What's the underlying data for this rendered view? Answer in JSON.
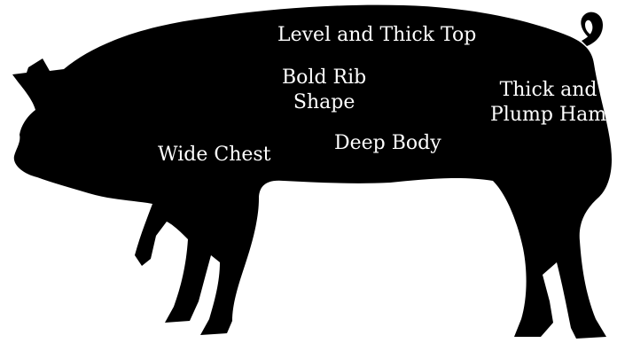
{
  "diagram": {
    "silhouette_color": "#000000",
    "label_color": "#ffffff",
    "background_color": "#ffffff",
    "labels": {
      "top": "Level and Thick Top",
      "rib_line1": "Bold Rib",
      "rib_line2": "Shape",
      "ham_line1": "Thick and",
      "ham_line2": "Plump Ham",
      "deep_body": "Deep Body",
      "chest": "Wide Chest"
    }
  }
}
